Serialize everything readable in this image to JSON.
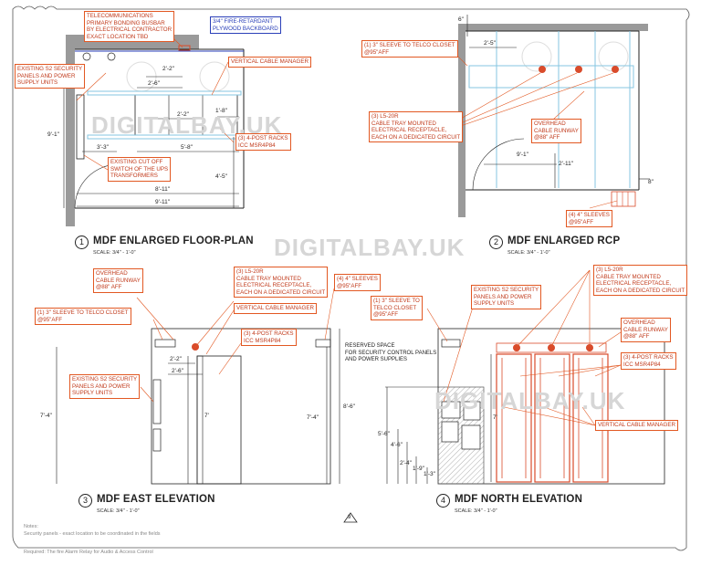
{
  "watermark": "DIGITALBAY.UK",
  "sheet_number": "9",
  "views": [
    {
      "number": "1",
      "title": "MDF ENLARGED FLOOR-PLAN",
      "scale": "SCALE:  3/4\" - 1'-0\""
    },
    {
      "number": "2",
      "title": "MDF ENLARGED RCP",
      "scale": "SCALE:  3/4\" - 1'-0\""
    },
    {
      "number": "3",
      "title": "MDF EAST ELEVATION",
      "scale": "SCALE:  3/4\" - 1'-0\""
    },
    {
      "number": "4",
      "title": "MDF NORTH ELEVATION",
      "scale": "SCALE:  3/4\" - 1'-0\""
    }
  ],
  "callouts": {
    "busbar": "TELECOMMUNICATIONS\nPRIMARY BONDING BUSBAR\nBY ELECTRICAL CONTRACTOR\nEXACT LOCATION TBD",
    "plywood": "3/4\" FIRE-RETARDANT\nPLYWOOD BACKBOARD",
    "s2_panels_fp": "EXISTING S2 SECURITY\nPANELS AND POWER\nSUPPLY UNITS",
    "vcm_fp": "VERTICAL CABLE MANAGER",
    "racks_fp": "(3) 4-POST RACKS\nICC MSR4P84",
    "cutoff": "EXISTING CUT OFF\nSWITCH OF THE UPS\nTRANSFORMERS",
    "sleeve_rcp": "(1) 3\" SLEEVE TO TELCO CLOSET\n@95\"AFF",
    "receptacle_rcp": "(3)  L5-20R\nCABLE TRAY MOUNTED\nELECTRICAL RECEPTACLE,\nEACH ON A DEDICATED CIRCUIT",
    "runway_rcp": "OVERHEAD\nCABLE RUNWAY\n@88\" AFF",
    "sleeves4_rcp": "(4) 4\" SLEEVES\n@95\"AFF",
    "runway_east": "OVERHEAD\nCABLE RUNWAY\n@88\" AFF",
    "receptacle_east": "(3)  L5-20R\nCABLE TRAY MOUNTED\nELECTRICAL RECEPTACLE,\nEACH ON A DEDICATED CIRCUIT",
    "sleeves4_east": "(4) 4\" SLEEVES\n@95\"AFF",
    "sleeve_east": "(1) 3\" SLEEVE TO TELCO CLOSET\n@95\"AFF",
    "vcm_east": "VERTICAL CABLE MANAGER",
    "racks_east": "(3) 4-POST RACKS\nICC MSR4P84",
    "s2_panels_east": "EXISTING S2 SECURITY\nPANELS AND POWER\nSUPPLY UNITS",
    "sleeve_north": "(1) 3\" SLEEVE TO\nTELCO CLOSET\n@95\"AFF",
    "s2_panels_north": "EXISTING S2 SECURITY\nPANELS AND POWER\nSUPPLY UNITS",
    "receptacle_north": "(3)  L5-20R\nCABLE TRAY MOUNTED\nELECTRICAL RECEPTACLE,\nEACH ON A DEDICATED CIRCUIT",
    "runway_north": "OVERHEAD\nCABLE RUNWAY\n@88\" AFF",
    "racks_north": "(3) 4-POST RACKS\nICC MSR4P84",
    "vcm_north": "VERTICAL CABLE MANAGER"
  },
  "reserved_space": "RESERVED SPACE\nFOR SECURITY CONTROL PANELS\nAND POWER SUPPLIES",
  "dims": {
    "fp_2_2": "2'-2\"",
    "fp_2_6": "2'-6\"",
    "fp_2_2b": "2'-2\"",
    "fp_1_8": "1'-8\"",
    "fp_9_1": "9'-1\"",
    "fp_3_3": "3'-3\"",
    "fp_5_8": "5'-8\"",
    "fp_4_5": "4'-5\"",
    "fp_8_11": "8'-11\"",
    "fp_9_11": "9'-11\"",
    "rcp_6": "6\"",
    "rcp_2_5": "2'-5\"",
    "rcp_2_11": "2'-11\"",
    "rcp_9_1": "9'-1\"",
    "rcp_8": "8\"",
    "east_2_2": "2'-2\"",
    "east_2_6": "2'-6\"",
    "east_7_4a": "7'-4\"",
    "east_7": "7'",
    "east_8_6": "8'-6\"",
    "east_7_4b": "7'-4\"",
    "north_7": "7'",
    "north_5_6": "5'-6\"",
    "north_4_6": "4'-6\"",
    "north_2_4": "2'-4\"",
    "north_1_9": "1'-9\"",
    "north_1_3": "1'-3\""
  },
  "notes": {
    "heading": "Notes:",
    "line1": "Security panels - exact location to be coordinated in the fields",
    "line2": "Required: The fire Alarm Relay for Audio & Access Control"
  },
  "colors": {
    "callout": "#e25822",
    "callout_text": "#c0391a",
    "blue_callout": "#2a3fb8",
    "rack_red": "#d94b2b",
    "light_blue": "#86c6e0",
    "line": "#222222"
  }
}
